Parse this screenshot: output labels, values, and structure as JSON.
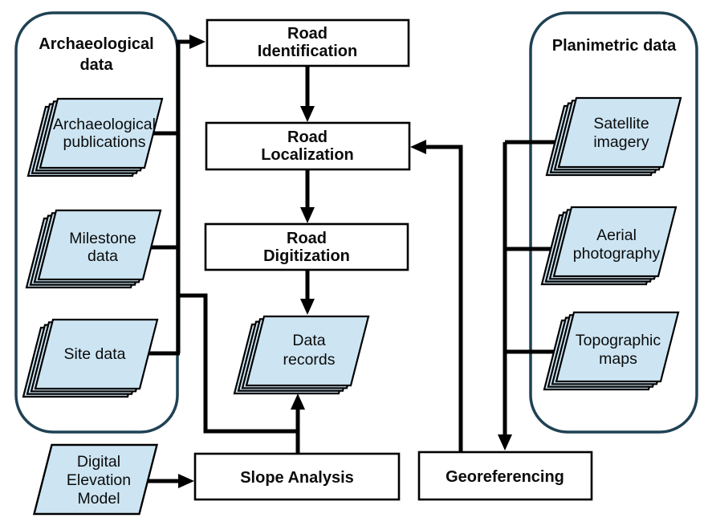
{
  "diagram": {
    "groups": {
      "archaeological": {
        "label_lines": [
          "Archaeological",
          "data"
        ]
      },
      "planimetric": {
        "label": "Planimetric data"
      }
    },
    "processes": {
      "road_identification": {
        "lines": [
          "Road",
          "Identification"
        ]
      },
      "road_localization": {
        "lines": [
          "Road",
          "Localization"
        ]
      },
      "road_digitization": {
        "lines": [
          "Road",
          "Digitization"
        ]
      },
      "slope_analysis": {
        "label": "Slope Analysis"
      },
      "georeferencing": {
        "label": "Georeferencing"
      }
    },
    "stacks": {
      "archaeological_publications": {
        "lines": [
          "Archaeological",
          "publications"
        ]
      },
      "milestone_data": {
        "lines": [
          "Milestone",
          "data"
        ]
      },
      "site_data": {
        "lines": [
          "Site data"
        ]
      },
      "satellite_imagery": {
        "lines": [
          "Satellite",
          "imagery"
        ]
      },
      "aerial_photography": {
        "lines": [
          "Aerial",
          "photography"
        ]
      },
      "topographic_maps": {
        "lines": [
          "Topographic",
          "maps"
        ]
      },
      "data_records": {
        "lines": [
          "Data",
          "records"
        ]
      }
    },
    "parallelograms": {
      "digital_elevation_model": {
        "lines": [
          "Digital",
          "Elevation",
          "Model"
        ]
      }
    },
    "colors": {
      "stack_fill": "#cde5f3",
      "group_border": "#1f4254",
      "box_border": "#000000",
      "arrow": "#000000",
      "background": "#ffffff"
    }
  }
}
